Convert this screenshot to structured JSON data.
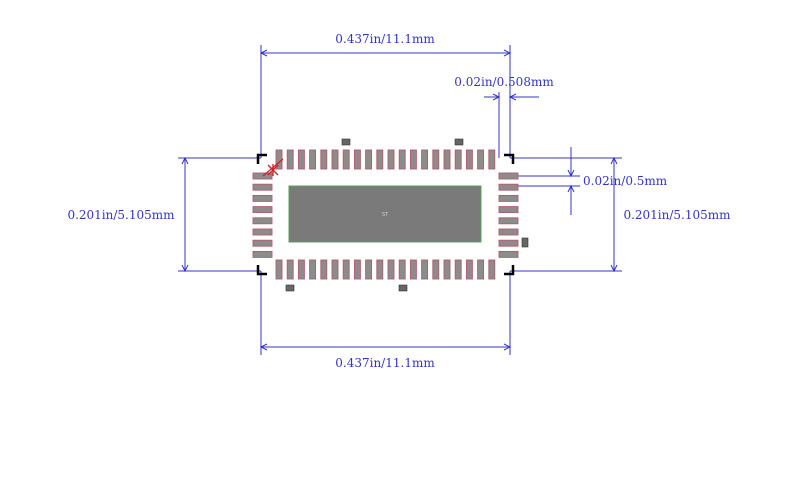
{
  "dimensions": {
    "top_width": "0.437in/11.1mm",
    "bottom_width": "0.437in/11.1mm",
    "pad_width": "0.02in/0.508mm",
    "pitch": "0.02in/0.5mm",
    "left_height": "0.201in/5.105mm",
    "right_height": "0.201in/5.105mm"
  },
  "component": {
    "center_label": "ST",
    "top_pad_count": 20,
    "bottom_pad_count": 20,
    "left_pad_count": 8,
    "right_pad_count": 8
  },
  "colors": {
    "dimension": "#3333cc",
    "pad_fill": "#8c8c8c",
    "pad_outline": "#b45a6e",
    "body_fill": "#7a7a7a",
    "body_outline": "#5aa05a",
    "corner_marks": "#000000",
    "pin1_marker": "#cc2222",
    "fiducial": "#666666"
  }
}
